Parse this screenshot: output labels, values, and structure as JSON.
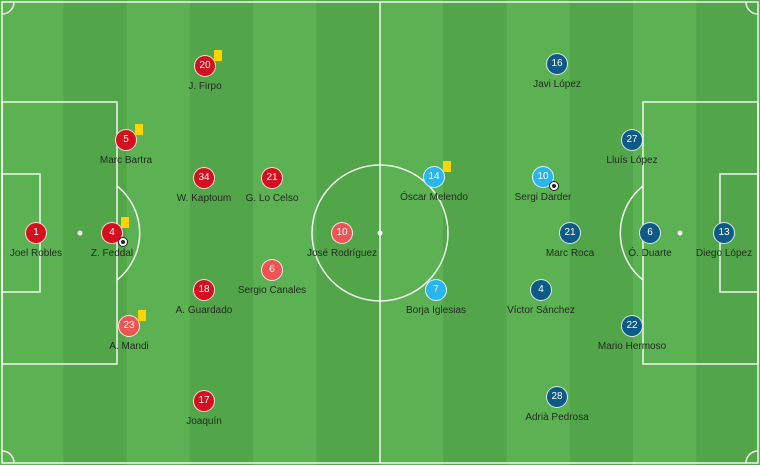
{
  "colors": {
    "home_primary": "#d40f1e",
    "home_secondary": "#ef5454",
    "away_primary": "#0c5a85",
    "away_secondary": "#29b6f0",
    "pitch_light": "#5cb152",
    "pitch_dark": "#52a649",
    "lines": "#ffffff"
  },
  "home": [
    {
      "number": "1",
      "name": "Joel Robles",
      "shade": "primary",
      "card": false,
      "ball": false
    },
    {
      "number": "4",
      "name": "Z. Feddal",
      "shade": "primary",
      "card": true,
      "ball": true
    },
    {
      "number": "5",
      "name": "Marc Bartra",
      "shade": "primary",
      "card": true,
      "ball": false
    },
    {
      "number": "20",
      "name": "J. Firpo",
      "shade": "primary",
      "card": true,
      "ball": false
    },
    {
      "number": "23",
      "name": "A. Mandi",
      "shade": "secondary",
      "card": true,
      "ball": false
    },
    {
      "number": "34",
      "name": "W. Kaptoum",
      "shade": "primary",
      "card": false,
      "ball": false
    },
    {
      "number": "21",
      "name": "G. Lo Celso",
      "shade": "primary",
      "card": false,
      "ball": false
    },
    {
      "number": "18",
      "name": "A. Guardado",
      "shade": "primary",
      "card": false,
      "ball": false
    },
    {
      "number": "6",
      "name": "Sergio Canales",
      "shade": "secondary",
      "card": false,
      "ball": false
    },
    {
      "number": "10",
      "name": "José Rodríguez",
      "shade": "secondary",
      "card": false,
      "ball": false
    },
    {
      "number": "17",
      "name": "Joaquín",
      "shade": "primary",
      "card": false,
      "ball": false
    }
  ],
  "away": [
    {
      "number": "16",
      "name": "Javi López",
      "shade": "primary",
      "card": false,
      "ball": false
    },
    {
      "number": "14",
      "name": "Óscar Melendo",
      "shade": "secondary",
      "card": true,
      "ball": false
    },
    {
      "number": "7",
      "name": "Borja Iglesias",
      "shade": "secondary",
      "card": false,
      "ball": false
    },
    {
      "number": "10",
      "name": "Sergi Darder",
      "shade": "secondary",
      "card": false,
      "ball": true
    },
    {
      "number": "21",
      "name": "Marc Roca",
      "shade": "primary",
      "card": false,
      "ball": false
    },
    {
      "number": "4",
      "name": "Víctor Sánchez",
      "shade": "primary",
      "card": false,
      "ball": false
    },
    {
      "number": "28",
      "name": "Adrià Pedrosa",
      "shade": "primary",
      "card": false,
      "ball": false
    },
    {
      "number": "27",
      "name": "Lluís López",
      "shade": "primary",
      "card": false,
      "ball": false
    },
    {
      "number": "6",
      "name": "Ó. Duarte",
      "shade": "primary",
      "card": false,
      "ball": false
    },
    {
      "number": "22",
      "name": "Mario Hermoso",
      "shade": "primary",
      "card": false,
      "ball": false
    },
    {
      "number": "13",
      "name": "Diego López",
      "shade": "primary",
      "card": false,
      "ball": false
    }
  ]
}
